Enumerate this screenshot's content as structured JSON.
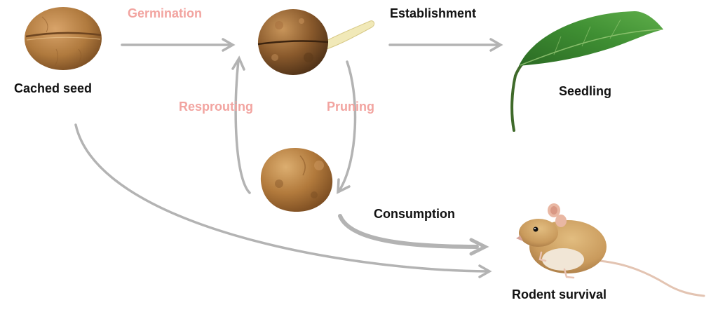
{
  "labels": {
    "cached_seed": "Cached seed",
    "germination": "Germination",
    "establishment": "Establishment",
    "seedling": "Seedling",
    "resprouting": "Resprouting",
    "pruning": "Pruning",
    "consumption": "Consumption",
    "rodent_survival": "Rodent survival"
  },
  "colors": {
    "arrow": "#b3b3b3",
    "process_text": "#f2a4a0",
    "stage_text": "#111111",
    "seed_shell": "#b07a3e",
    "seed_dark": "#6e4520",
    "sprout": "#f1e9b8",
    "leaf": "#2e7d2a",
    "leaf_light": "#5fae4a",
    "stem": "#3f6a2a",
    "mouse_fur": "#d2a86a",
    "mouse_belly": "#f1e6d6",
    "mouse_ear": "#e9b7a3",
    "mouse_tail": "#e3c4b2"
  },
  "icons": {
    "cached_seed": "walnut-seed-icon",
    "germinating_seed": "germinating-seed-icon",
    "pruned_seed": "pruned-seed-icon",
    "seedling": "leaf-seedling-icon",
    "rodent": "mouse-icon"
  }
}
